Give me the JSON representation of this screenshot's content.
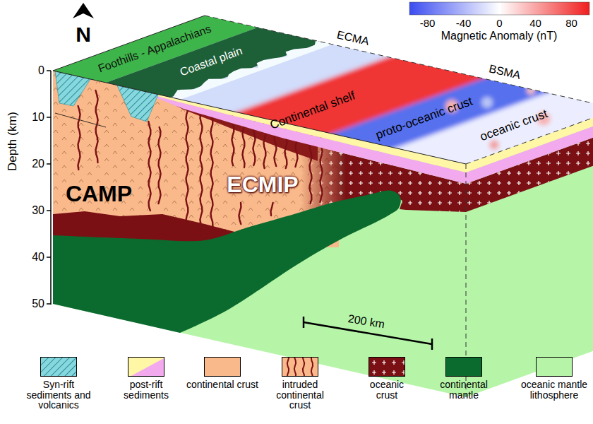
{
  "diagram": {
    "labels": [
      "N",
      "Foothills - Appalachians",
      "Coastal plain",
      "ECMA",
      "BSMA",
      "Continental shelf",
      "proto-oceanic crust",
      "oceanic crust",
      "Magnetic Anomaly (nT)",
      "-80",
      "-40",
      "0",
      "40",
      "80",
      "0",
      "10",
      "20",
      "30",
      "40",
      "50",
      "Depth (km)",
      "CAMP",
      "ECMIP",
      "200 km"
    ],
    "legend": [
      {
        "text": "Syn-rift sediments and volcanics"
      },
      {
        "text": "post-rift sediments"
      },
      {
        "text": "continental crust",
        "color": "#f9b98b"
      },
      {
        "text": "intruded continental crust"
      },
      {
        "text": "oceanic crust",
        "color": "#7b1014"
      },
      {
        "text": "continental mantle",
        "color": "#0b6a2e"
      },
      {
        "text": "oceanic mantle lithosphere",
        "color": "#b6f5a8"
      }
    ]
  }
}
